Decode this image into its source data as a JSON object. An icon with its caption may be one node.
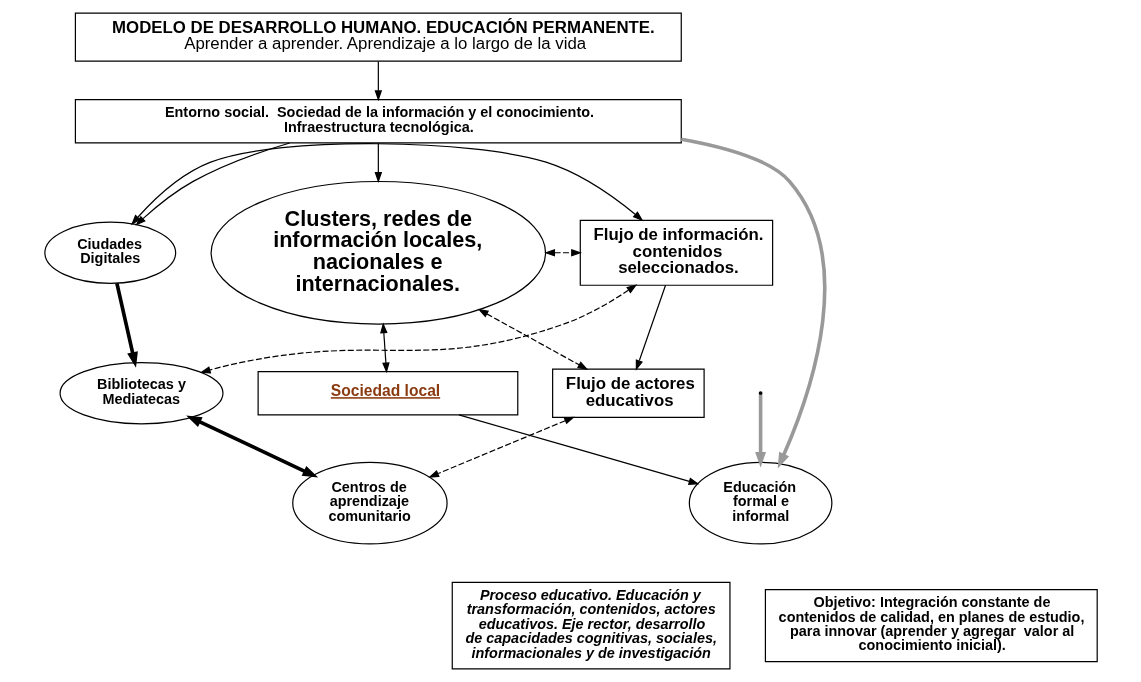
{
  "diagram": {
    "nodes": [
      {
        "text": [
          "MODELO DE DESARROLLO HUMANO. EDUCACIÓN PERMANENTE.",
          "Aprender a aprender. Aprendizaje a lo largo de la vida"
        ]
      },
      {
        "text": [
          "Entorno social.  Sociedad de la información y el conocimiento. Infraestructura tecnológica."
        ]
      },
      {
        "text": [
          "Ciudades Digitales"
        ]
      },
      {
        "text": [
          "Flujo de información. contenidos seleccionados."
        ]
      },
      {
        "text": [
          "Clusters, redes de información locales, nacionales e internacionales."
        ]
      },
      {
        "text": [
          "Bibliotecas y Mediatecas"
        ]
      },
      {
        "text": [
          "Flujo de actores educativos"
        ]
      },
      {
        "text": [
          "Centros de aprendizaje comunitario"
        ]
      },
      {
        "text": [
          "Sociedad local"
        ]
      },
      {
        "text": [
          "Educación formal e informal"
        ]
      },
      {
        "text": [
          "Proceso educativo. Educación y transformación, contenidos, actores educativos. Eje rector, desarrollo de capacidades cognitivas, sociales, informacionales y de investigación"
        ]
      },
      {
        "text": [
          "Objetivo: Integración constante de contenidos de calidad, en planes de estudio, para innovar (aprender y agregar  valor al conocimiento inicial)."
        ]
      }
    ],
    "edges": [
      {
        "from": 0,
        "to": 1,
        "arrow": "to"
      },
      {
        "from": 1,
        "to": 2,
        "arrow": "to"
      },
      {
        "from": 1,
        "to": 4,
        "arrow": "to"
      },
      {
        "from": 2,
        "to": 3,
        "arrow": "both"
      },
      {
        "from": 2,
        "to": 5,
        "arrow": "to",
        "style": "thick"
      },
      {
        "from": 3,
        "to": 5,
        "arrow": "both",
        "style": "dashed"
      },
      {
        "from": 5,
        "to": 7,
        "arrow": "both",
        "style": "thick"
      },
      {
        "from": 3,
        "to": 6,
        "arrow": "to"
      },
      {
        "from": 6,
        "to": 7,
        "arrow": "both",
        "style": "dashed"
      },
      {
        "from": 4,
        "to": 3,
        "arrow": "both",
        "style": "dashed"
      },
      {
        "from": 4,
        "to": 6,
        "arrow": "both",
        "style": "dashed"
      },
      {
        "from": 4,
        "to": 8,
        "arrow": "both"
      },
      {
        "from": 8,
        "to": 9,
        "arrow": "to"
      },
      {
        "from": 1,
        "to": 9,
        "arrow": "to",
        "style": "thick",
        "color": "#999999"
      },
      {
        "from": null,
        "to": 9,
        "arrow": "to",
        "style": "thick",
        "color": "#999999"
      }
    ]
  }
}
